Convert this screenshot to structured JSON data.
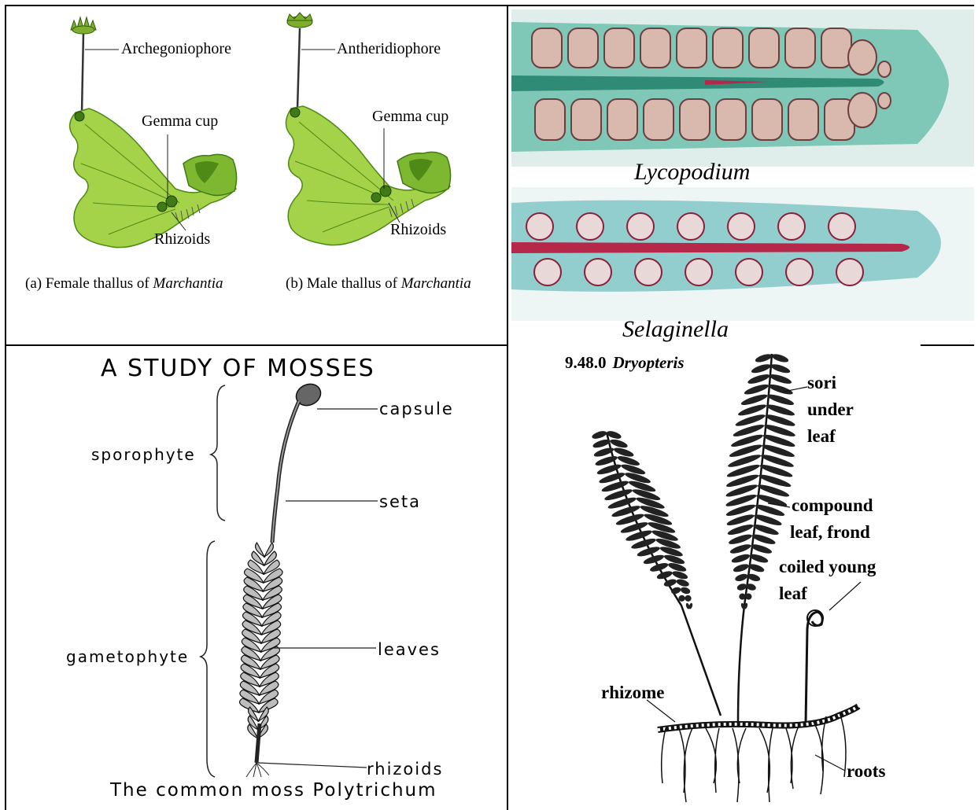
{
  "marchantia": {
    "female_labels": {
      "top": "Archegoniophore",
      "cup": "Gemma cup",
      "rhizoids": "Rhizoids"
    },
    "male_labels": {
      "top": "Antheridiophore",
      "cup": "Gemma cup",
      "rhizoids": "Rhizoids"
    },
    "caption_female_prefix": "(a) Female thallus of ",
    "caption_female_genus": "Marchantia",
    "caption_male_prefix": "(b) Male thallus of ",
    "caption_male_genus": "Marchantia",
    "colors": {
      "thallus": "#9acd3a",
      "thallus_dark": "#5f9a1e",
      "cup": "#3f7a14"
    }
  },
  "strobili": {
    "top_label": "Lycopodium",
    "bottom_label": "Selaginella",
    "colors": {
      "stain_green": "#4fa89a",
      "stain_red": "#b5284a",
      "spore": "#d8b8b0"
    }
  },
  "moss": {
    "title": "A STUDY OF MOSSES",
    "left_labels": {
      "sporophyte": "sporophyte",
      "gametophyte": "gametophyte"
    },
    "right_labels": {
      "capsule": "capsule",
      "seta": "seta",
      "leaves": "leaves",
      "rhizoids": "rhizoids"
    },
    "caption": "The common moss Polytrichum"
  },
  "fern": {
    "figure_number": "9.48.0",
    "genus": "Dryopteris",
    "labels": {
      "sori_1": "sori",
      "sori_2": "under",
      "sori_3": "leaf",
      "compound_1": "compound",
      "compound_2": "leaf, frond",
      "coiled_1": "coiled young",
      "coiled_2": "leaf",
      "rhizome": "rhizome",
      "roots": "roots"
    }
  }
}
